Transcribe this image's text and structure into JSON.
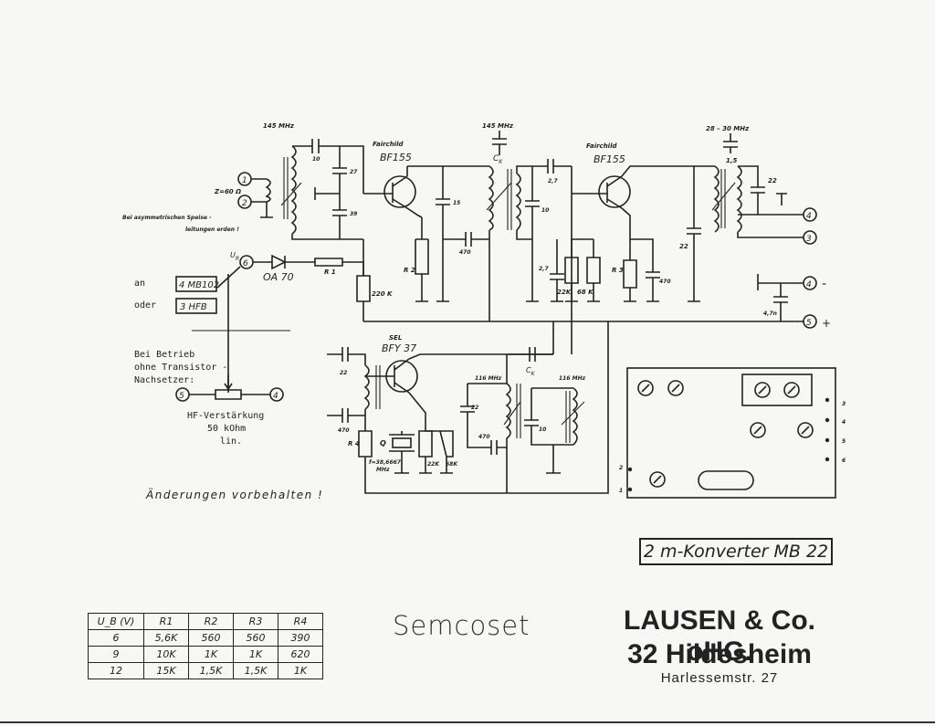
{
  "labels": {
    "f145_input": "145 MHz",
    "f145_mid": "145 MHz",
    "f_if": "28 – 30 MHz",
    "fairchild_1": "Fairchild",
    "bf155_1": "BF155",
    "fairchild_2": "Fairchild",
    "bf155_2": "BF155",
    "impedance": "Z=60 Ω",
    "ground_note_1": "Bei asymmetrischen Speise -",
    "ground_note_2": "leitungen erden !",
    "ur": "U",
    "ur_sub": "R",
    "diode": "OA 70",
    "r1": "R 1",
    "r2": "R 2",
    "r3": "R 3",
    "r4": "R 4",
    "r220k": "220 K",
    "an": "an",
    "oder": "oder",
    "mb102": "4 MB102",
    "hfb": "3 HFB",
    "transistor_note_1": "Bei Betrieb",
    "transistor_note_2": "ohne Transistor -",
    "transistor_note_3": "Nachsetzer:",
    "hf_gain_1": "HF-Verstärkung",
    "hf_gain_2": "50 kOhm",
    "hf_gain_3": "lin.",
    "sel": "SEL",
    "bfy37": "BFY 37",
    "f116_1": "116 MHz",
    "f116_2": "116 MHz",
    "crystal_q": "Q",
    "crystal_f1": "f=38,6667",
    "crystal_f2": "MHz",
    "c10": "10",
    "c27": "27",
    "c39": "39",
    "c15": "15",
    "c470a": "470",
    "ck1": "C",
    "ck_sub": "K",
    "c2_7a": "2,7",
    "c10b": "10",
    "c2_7b": "2,7",
    "r22k": "22K",
    "r68k": "68 K",
    "c470b": "470",
    "c22a": "22",
    "c1_5": "1,5",
    "c22b": "22",
    "c4_7n": "4,7n",
    "c22c": "22",
    "c470c": "470",
    "c22d": "22",
    "c470d": "470",
    "c10c": "10",
    "r22k_b": "22K",
    "r68k_b": "68K",
    "t1": "1",
    "t2": "2",
    "t3": "3",
    "t4": "4",
    "t5": "5",
    "t6": "6",
    "minus": "-",
    "plus": "+",
    "pcb_3": "3",
    "pcb_4": "4",
    "pcb_5": "5",
    "pcb_6": "6",
    "pcb_2": "2",
    "pcb_1": "1"
  },
  "changes_note": "Änderungen vorbehalten !",
  "title": "2 m-Konverter MB 22",
  "brand": "Semcoset",
  "company": "LAUSEN & Co. oHG.",
  "city": "32 Hildesheim",
  "street": "Harlessemstr. 27",
  "table": {
    "headers": [
      "U_B (V)",
      "R1",
      "R2",
      "R3",
      "R4"
    ],
    "rows": [
      [
        "6",
        "5,6K",
        "560",
        "560",
        "390"
      ],
      [
        "9",
        "10K",
        "1K",
        "1K",
        "620"
      ],
      [
        "12",
        "15K",
        "1,5K",
        "1,5K",
        "1K"
      ]
    ]
  }
}
